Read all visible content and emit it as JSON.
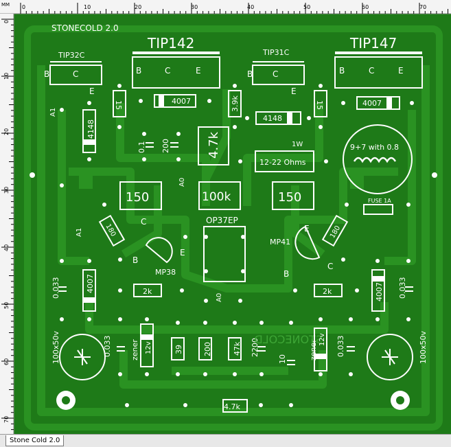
{
  "ruler": {
    "unit": "MM",
    "top_ticks": [
      "0",
      "10",
      "20",
      "30",
      "40",
      "50",
      "60",
      "70"
    ],
    "left_ticks": [
      "0",
      "10",
      "20",
      "30",
      "40",
      "50",
      "60",
      "70"
    ]
  },
  "tab": {
    "label": "Stone Cold 2.0"
  },
  "colors": {
    "board": "#1e7a18",
    "copper": "#2a9222",
    "silk": "#ffffff",
    "pad": "#ffffff"
  },
  "board_labels": {
    "title": "STONECOLD 2.0",
    "tip32c": "TIP32C",
    "tip142": "TIP142",
    "tip31c": "TIP31C",
    "tip147": "TIP147",
    "pin_b": "B",
    "pin_c": "C",
    "pin_e": "E",
    "d4007": "4007",
    "d4148": "4148",
    "r15": "15",
    "r39k": "3.9k",
    "r47k_vertical": "4.7k",
    "c01": "0.1",
    "c200": "200",
    "a1": "A1",
    "a0": "A0",
    "one_watt": "1W",
    "r12_22": "12-22 Ohms",
    "coil": "9+7 with 0.8",
    "trim150": "150",
    "trim100k": "100k",
    "op37": "OP37EP",
    "fuse": "FUSE 1A",
    "r180": "180",
    "mp38": "MP38",
    "mp41": "MP41",
    "c0033": "0.033",
    "r2k": "2k",
    "c100x50": "100x50v",
    "zener": "zener",
    "v12": "12v",
    "r39": "39",
    "r200": "200",
    "r47k": "47k",
    "c2200": "2200",
    "c10": "10",
    "r4_7k": "4.7k",
    "mirror": "STONECOLD"
  }
}
